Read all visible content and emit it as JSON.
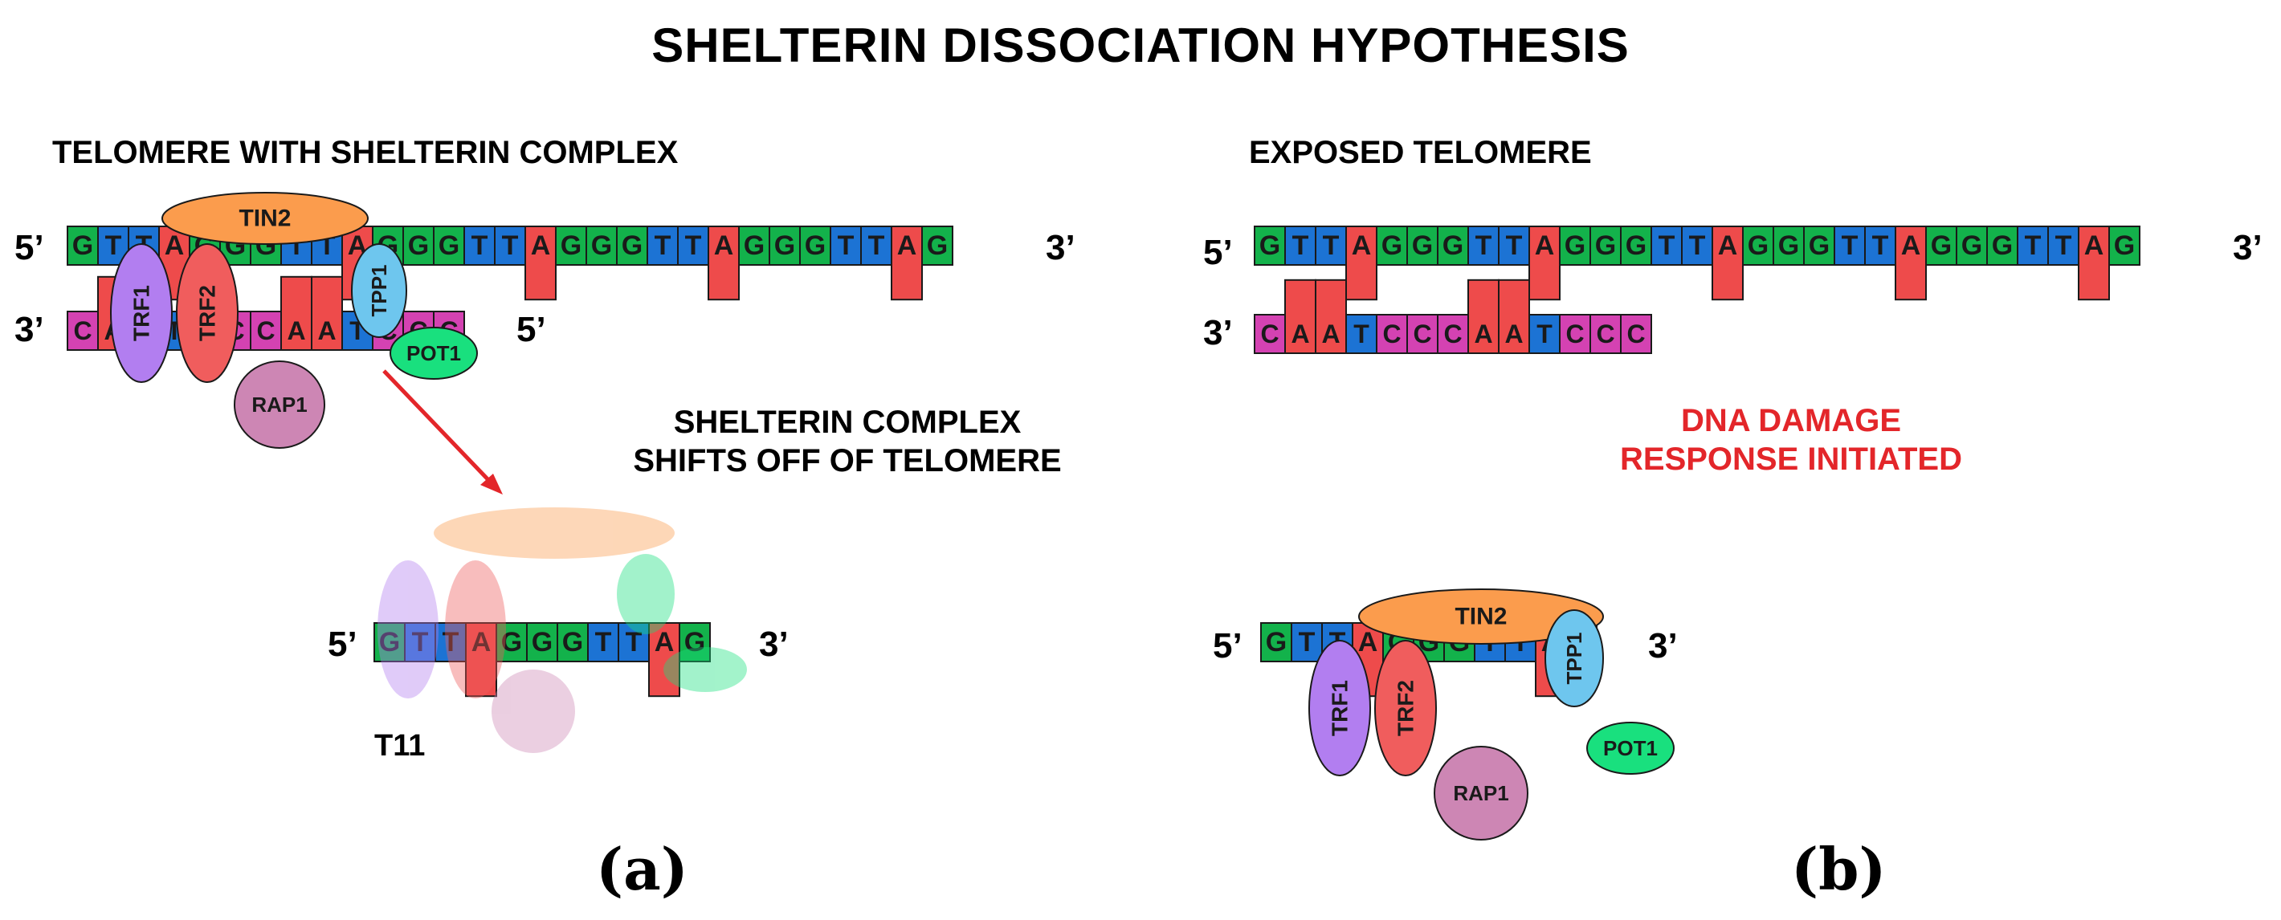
{
  "title": "SHELTERIN DISSOCIATION HYPOTHESIS",
  "panel_a": {
    "heading": "TELOMERE WITH SHELTERIN COMPLEX",
    "caption_line1": "SHELTERIN COMPLEX",
    "caption_line2": "SHIFTS OFF OF TELOMERE",
    "t11_label": "T11",
    "label": "(a)"
  },
  "panel_b": {
    "heading": "EXPOSED TELOMERE",
    "damage_line1": "DNA DAMAGE",
    "damage_line2": "RESPONSE INITIATED",
    "label": "(b)"
  },
  "ends": {
    "five_prime": "5’",
    "three_prime": "3’"
  },
  "dna": {
    "top_strand": [
      "G",
      "T",
      "T",
      "A",
      "G",
      "G",
      "G",
      "T",
      "T",
      "A",
      "G",
      "G",
      "G",
      "T",
      "T",
      "A",
      "G",
      "G",
      "G",
      "T",
      "T",
      "A",
      "G",
      "G",
      "G",
      "T",
      "T",
      "A",
      "G"
    ],
    "bottom_strand": [
      "C",
      "A",
      "A",
      "T",
      "C",
      "C",
      "C",
      "A",
      "A",
      "T",
      "C",
      "C",
      "C"
    ],
    "t11_strand": [
      "G",
      "T",
      "T",
      "A",
      "G",
      "G",
      "G",
      "T",
      "T",
      "A",
      "G"
    ]
  },
  "proteins": {
    "tin2": "TIN2",
    "trf1": "TRF1",
    "trf2": "TRF2",
    "tpp1": "TPP1",
    "pot1": "POT1",
    "rap1": "RAP1"
  },
  "colors": {
    "G": "#13b24b",
    "T": "#1c73d4",
    "A": "#ee4b4b",
    "C": "#d442b2",
    "tin2": "#fb9c4d",
    "trf1": "#b27ef0",
    "trf2": "#f05d5d",
    "tpp1": "#6ec6ee",
    "pot1": "#19e07e",
    "rap1": "#cd86b4",
    "arrow": "#e3262a",
    "damage_text": "#e3262a"
  }
}
